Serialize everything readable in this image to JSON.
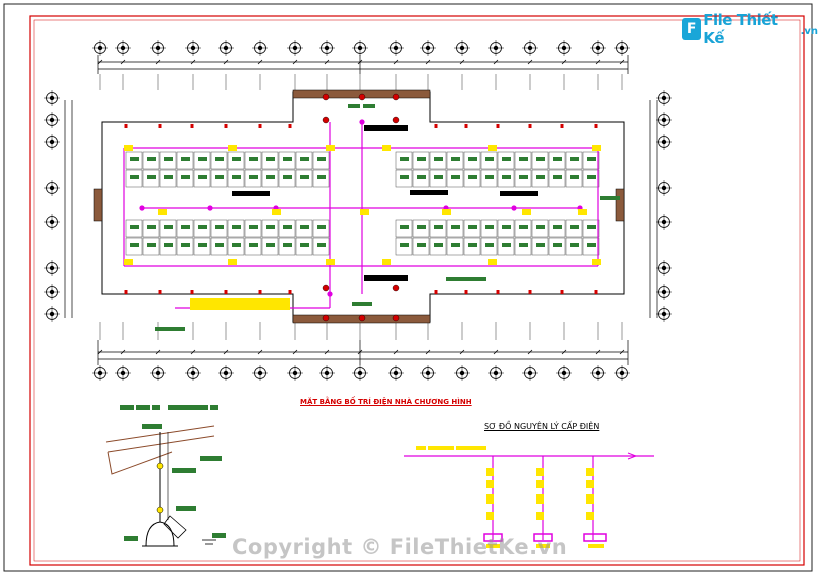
{
  "logo": {
    "mark": "F",
    "text": "File Thiết Kế",
    "suffix": ".vn"
  },
  "drawing": {
    "plan_title": "MẶT BẰNG BỐ TRÍ ĐIỆN NHÀ CHƯƠNG HÌNH",
    "schematic_title": "SƠ ĐỒ NGUYÊN LÝ CẤP ĐIỆN"
  },
  "watermark": {
    "text": "Copyright © FileThietKe.vn"
  },
  "colors": {
    "frame": "#d40000",
    "wiring": "#e000e0",
    "lamp": "#ffe600",
    "tag": "#2e7d32",
    "label_bg": "#000000"
  }
}
